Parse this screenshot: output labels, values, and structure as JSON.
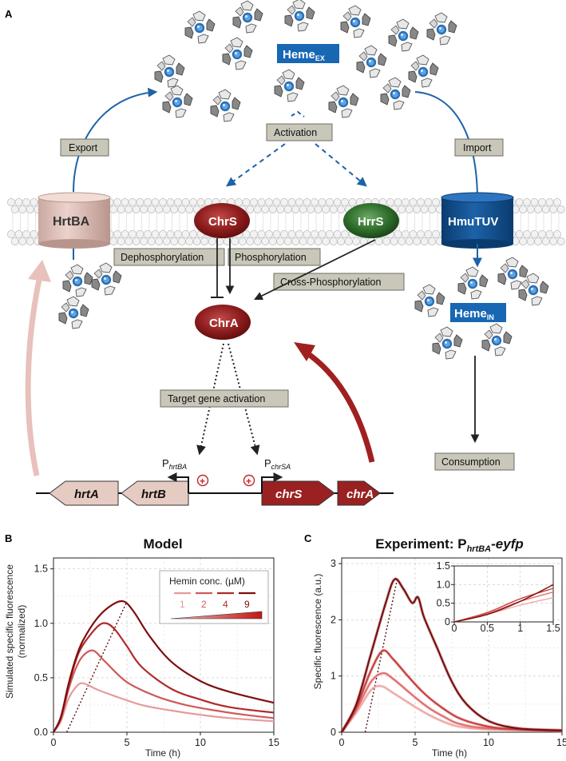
{
  "panel_labels": {
    "a": "A",
    "b": "B",
    "c": "C"
  },
  "diagram": {
    "heme_ex": {
      "main": "Heme",
      "sub": "EX"
    },
    "heme_in": {
      "main": "Heme",
      "sub": "IN"
    },
    "activation": "Activation",
    "export": "Export",
    "import": "Import",
    "hrtba": "HrtBA",
    "chrs": "ChrS",
    "hrrs": "HrrS",
    "hmutuv": "HmuTUV",
    "chra": "ChrA",
    "dephosphorylation": "Dephosphorylation",
    "phosphorylation": "Phosphorylation",
    "cross_phosphorylation": "Cross-Phosphorylation",
    "target_gene_activation": "Target gene activation",
    "consumption": "Consumption",
    "promoter_hrtba": {
      "p": "P",
      "sub": "hrtBA"
    },
    "promoter_chrsa": {
      "p": "P",
      "sub": "chrSA"
    },
    "genes": [
      "hrtA",
      "hrtB",
      "chrS",
      "chrA"
    ],
    "plus": "+"
  },
  "colors": {
    "heme_label_bg": "#1767b3",
    "chr_dark": "#8b1c1c",
    "hrrs": "#2e6b2a",
    "hmutuv": "#0d4f91",
    "hrt_light": "#e6c8c0",
    "box": "#c9c7b9"
  },
  "chart_data": [
    {
      "type": "line",
      "title": "Model",
      "xlabel": "Time (h)",
      "ylabel": [
        "Simulated specific fluorescence",
        "(normalized)"
      ],
      "xlim": [
        0,
        15
      ],
      "ylim": [
        0,
        1.6
      ],
      "xticks": [
        "0",
        "5",
        "10",
        "15"
      ],
      "yticks": [
        "0.0",
        "0.5",
        "1.0",
        "1.5"
      ],
      "legend": {
        "title": "Hemin conc. (µM)",
        "placement": "top-right",
        "labels": [
          "1",
          "2",
          "4",
          "9"
        ]
      },
      "series": [
        {
          "name": "1",
          "color": "#e69a9a",
          "points": [
            [
              0,
              0
            ],
            [
              0.5,
              0.1
            ],
            [
              1,
              0.3
            ],
            [
              1.5,
              0.41
            ],
            [
              2,
              0.45
            ],
            [
              3,
              0.39
            ],
            [
              4,
              0.34
            ],
            [
              6,
              0.25
            ],
            [
              8,
              0.2
            ],
            [
              10,
              0.16
            ],
            [
              12,
              0.13
            ],
            [
              15,
              0.1
            ]
          ]
        },
        {
          "name": "2",
          "color": "#cf5a5a",
          "points": [
            [
              0,
              0
            ],
            [
              0.5,
              0.12
            ],
            [
              1,
              0.38
            ],
            [
              1.5,
              0.58
            ],
            [
              2,
              0.7
            ],
            [
              2.7,
              0.75
            ],
            [
              3.5,
              0.65
            ],
            [
              5,
              0.46
            ],
            [
              7,
              0.33
            ],
            [
              9,
              0.25
            ],
            [
              11,
              0.2
            ],
            [
              13,
              0.16
            ],
            [
              15,
              0.13
            ]
          ]
        },
        {
          "name": "4",
          "color": "#b02a2a",
          "points": [
            [
              0,
              0
            ],
            [
              0.5,
              0.13
            ],
            [
              1,
              0.41
            ],
            [
              1.5,
              0.65
            ],
            [
              2,
              0.8
            ],
            [
              3,
              0.97
            ],
            [
              3.6,
              1.0
            ],
            [
              4.2,
              0.94
            ],
            [
              5,
              0.79
            ],
            [
              6,
              0.6
            ],
            [
              8,
              0.4
            ],
            [
              10,
              0.3
            ],
            [
              12,
              0.23
            ],
            [
              15,
              0.18
            ]
          ]
        },
        {
          "name": "9",
          "color": "#7d0f0f",
          "points": [
            [
              0,
              0
            ],
            [
              0.5,
              0.14
            ],
            [
              1,
              0.43
            ],
            [
              1.5,
              0.67
            ],
            [
              2,
              0.84
            ],
            [
              3,
              1.05
            ],
            [
              4,
              1.17
            ],
            [
              4.8,
              1.2
            ],
            [
              5.5,
              1.1
            ],
            [
              6.5,
              0.89
            ],
            [
              8,
              0.65
            ],
            [
              10,
              0.47
            ],
            [
              12,
              0.37
            ],
            [
              15,
              0.27
            ]
          ]
        }
      ],
      "peak_trend_line": [
        [
          0.9,
          0
        ],
        [
          5,
          1.2
        ]
      ]
    },
    {
      "type": "line",
      "title": {
        "main": "Experiment: P",
        "sub": "hrtBA",
        "suffix": "-eyfp"
      },
      "xlabel": "Time (h)",
      "ylabel": "Specific fluorescence (a.u.)",
      "xlim": [
        0,
        15
      ],
      "ylim": [
        0,
        3.1
      ],
      "xticks": [
        "0",
        "5",
        "10",
        "15"
      ],
      "yticks": [
        "0",
        "1",
        "2",
        "3"
      ],
      "series": [
        {
          "color": "#f0a8a8",
          "points": [
            [
              0,
              0
            ],
            [
              1,
              0.35
            ],
            [
              2,
              0.75
            ],
            [
              2.7,
              0.82
            ],
            [
              3.5,
              0.7
            ],
            [
              5,
              0.45
            ],
            [
              6,
              0.3
            ],
            [
              7,
              0.18
            ],
            [
              8,
              0.1
            ],
            [
              10,
              0.05
            ],
            [
              15,
              0.02
            ]
          ]
        },
        {
          "color": "#e07070",
          "points": [
            [
              0,
              0
            ],
            [
              1,
              0.4
            ],
            [
              2,
              0.9
            ],
            [
              2.8,
              1.05
            ],
            [
              3.5,
              0.95
            ],
            [
              5,
              0.62
            ],
            [
              6,
              0.42
            ],
            [
              7,
              0.27
            ],
            [
              8,
              0.15
            ],
            [
              10,
              0.07
            ],
            [
              15,
              0.03
            ]
          ]
        },
        {
          "color": "#c84040",
          "points": [
            [
              0,
              0
            ],
            [
              1,
              0.45
            ],
            [
              2,
              1.1
            ],
            [
              2.8,
              1.45
            ],
            [
              3.5,
              1.3
            ],
            [
              4.5,
              1.0
            ],
            [
              5.5,
              0.72
            ],
            [
              6.5,
              0.5
            ],
            [
              8,
              0.25
            ],
            [
              10,
              0.1
            ],
            [
              12,
              0.05
            ],
            [
              15,
              0.03
            ]
          ]
        },
        {
          "color": "#7a1010",
          "points": [
            [
              0,
              0
            ],
            [
              1,
              0.5
            ],
            [
              2,
              1.4
            ],
            [
              3,
              2.3
            ],
            [
              3.6,
              2.72
            ],
            [
              4.2,
              2.55
            ],
            [
              4.8,
              2.3
            ],
            [
              5.2,
              2.4
            ],
            [
              5.6,
              2.05
            ],
            [
              6.5,
              1.5
            ],
            [
              7.5,
              0.9
            ],
            [
              8.5,
              0.5
            ],
            [
              10,
              0.2
            ],
            [
              12,
              0.07
            ],
            [
              15,
              0.03
            ]
          ]
        }
      ],
      "peak_trend_line": [
        [
          1.6,
          0
        ],
        [
          3.8,
          2.75
        ]
      ],
      "inset": {
        "xlim": [
          0,
          1.5
        ],
        "ylim": [
          0,
          1.5
        ],
        "xticks": [
          "0",
          "0.5",
          "1",
          "1.5"
        ],
        "yticks": [
          "0",
          "0.5",
          "1.0",
          "1.5"
        ],
        "series": [
          {
            "color": "#f0a8a8",
            "points": [
              [
                0,
                0
              ],
              [
                0.5,
                0.2
              ],
              [
                1,
                0.45
              ],
              [
                1.5,
                0.65
              ]
            ]
          },
          {
            "color": "#e07070",
            "points": [
              [
                0,
                0
              ],
              [
                0.5,
                0.22
              ],
              [
                1,
                0.55
              ],
              [
                1.5,
                0.8
              ]
            ]
          },
          {
            "color": "#c84040",
            "points": [
              [
                0,
                0
              ],
              [
                0.5,
                0.25
              ],
              [
                1,
                0.62
              ],
              [
                1.5,
                0.9
              ]
            ]
          },
          {
            "color": "#7a1010",
            "points": [
              [
                0,
                0
              ],
              [
                0.5,
                0.2
              ],
              [
                1,
                0.55
              ],
              [
                1.5,
                1.0
              ]
            ]
          }
        ]
      }
    }
  ]
}
